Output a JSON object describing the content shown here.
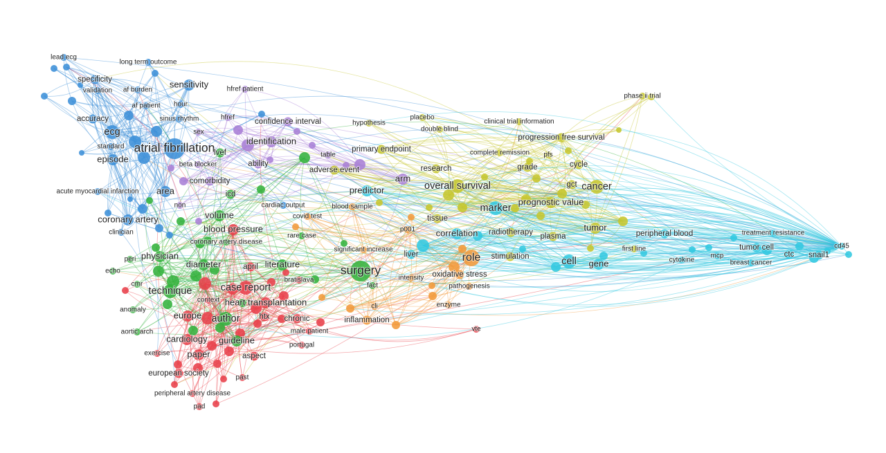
{
  "colors": {
    "red": "#e8404a",
    "green": "#33b23c",
    "blue": "#3c8fd8",
    "yellow": "#c6c62e",
    "purple": "#a97fd6",
    "cyan": "#32c8e0",
    "orange": "#f29a3a"
  },
  "nodes": [
    {
      "id": "lead_ecg",
      "label": "lead ecg",
      "c": "blue",
      "w": 1
    },
    {
      "id": "long_term_outcome",
      "label": "long term outcome",
      "c": "blue",
      "w": 1
    },
    {
      "id": "specificity",
      "label": "specificity",
      "c": "blue",
      "w": 2
    },
    {
      "id": "validation",
      "label": "validation",
      "c": "blue",
      "w": 1
    },
    {
      "id": "af_burden",
      "label": "af burden",
      "c": "blue",
      "w": 1
    },
    {
      "id": "sensitivity",
      "label": "sensitivity",
      "c": "blue",
      "w": 3
    },
    {
      "id": "af_patient",
      "label": "af patient",
      "c": "blue",
      "w": 1
    },
    {
      "id": "hour",
      "label": "hour",
      "c": "blue",
      "w": 1
    },
    {
      "id": "accuracy",
      "label": "accuracy",
      "c": "blue",
      "w": 2
    },
    {
      "id": "sinus_rhythm",
      "label": "sinus rhythm",
      "c": "blue",
      "w": 1
    },
    {
      "id": "ecg",
      "label": "ecg",
      "c": "blue",
      "w": 4
    },
    {
      "id": "standard",
      "label": "standard",
      "c": "blue",
      "w": 1
    },
    {
      "id": "atrial_fibrillation",
      "label": "atrial fibrillation",
      "c": "blue",
      "w": 6
    },
    {
      "id": "episode",
      "label": "episode",
      "c": "blue",
      "w": 3
    },
    {
      "id": "acute_mi",
      "label": "acute myocardial infarction",
      "c": "blue",
      "w": 1
    },
    {
      "id": "area",
      "label": "area",
      "c": "blue",
      "w": 3
    },
    {
      "id": "coronary_artery",
      "label": "coronary artery",
      "c": "blue",
      "w": 3
    },
    {
      "id": "clinician",
      "label": "clinician",
      "c": "blue",
      "w": 1
    },
    {
      "id": "hfref_patient",
      "label": "hfref patient",
      "c": "purple",
      "w": 1
    },
    {
      "id": "hfref",
      "label": "hfref",
      "c": "purple",
      "w": 1
    },
    {
      "id": "sex",
      "label": "sex",
      "c": "purple",
      "w": 1
    },
    {
      "id": "confidence_interval",
      "label": "confidence interval",
      "c": "purple",
      "w": 2
    },
    {
      "id": "identification",
      "label": "identification",
      "c": "purple",
      "w": 3
    },
    {
      "id": "beta_blocker",
      "label": "beta blocker",
      "c": "purple",
      "w": 1
    },
    {
      "id": "ability",
      "label": "ability",
      "c": "purple",
      "w": 2
    },
    {
      "id": "comorbidity",
      "label": "comorbidity",
      "c": "purple",
      "w": 2
    },
    {
      "id": "table",
      "label": "table",
      "c": "purple",
      "w": 1
    },
    {
      "id": "non",
      "label": "non",
      "c": "purple",
      "w": 1
    },
    {
      "id": "lvef",
      "label": "lvef",
      "c": "green",
      "w": 2
    },
    {
      "id": "icd",
      "label": "icd",
      "c": "green",
      "w": 2
    },
    {
      "id": "cardiac_output",
      "label": "cardiac output",
      "c": "blue",
      "w": 1
    },
    {
      "id": "volume",
      "label": "volume",
      "c": "green",
      "w": 3
    },
    {
      "id": "blood_pressure",
      "label": "blood pressure",
      "c": "red",
      "w": 3
    },
    {
      "id": "coronary_artery_disease",
      "label": "coronary artery disease",
      "c": "green",
      "w": 1
    },
    {
      "id": "covid_test",
      "label": "covid test",
      "c": "orange",
      "w": 1
    },
    {
      "id": "rare_case",
      "label": "rare case",
      "c": "green",
      "w": 1
    },
    {
      "id": "physician",
      "label": "physician",
      "c": "green",
      "w": 3
    },
    {
      "id": "peri",
      "label": "peri",
      "c": "green",
      "w": 1
    },
    {
      "id": "diameter",
      "label": "diameter",
      "c": "green",
      "w": 3
    },
    {
      "id": "april",
      "label": "april",
      "c": "red",
      "w": 2
    },
    {
      "id": "literature",
      "label": "literature",
      "c": "green",
      "w": 3
    },
    {
      "id": "echo",
      "label": "echo",
      "c": "green",
      "w": 1
    },
    {
      "id": "cmr",
      "label": "cmr",
      "c": "green",
      "w": 1
    },
    {
      "id": "technique",
      "label": "technique",
      "c": "green",
      "w": 4
    },
    {
      "id": "case_report",
      "label": "case report",
      "c": "red",
      "w": 4
    },
    {
      "id": "bratislava",
      "label": "bratislava",
      "c": "red",
      "w": 1
    },
    {
      "id": "context",
      "label": "context",
      "c": "red",
      "w": 1
    },
    {
      "id": "heart_transplantation",
      "label": "heart transplantation",
      "c": "red",
      "w": 3
    },
    {
      "id": "anomaly",
      "label": "anomaly",
      "c": "green",
      "w": 1
    },
    {
      "id": "europe",
      "label": "europe",
      "c": "red",
      "w": 3
    },
    {
      "id": "author",
      "label": "author",
      "c": "green",
      "w": 4
    },
    {
      "id": "htx",
      "label": "htx",
      "c": "red",
      "w": 2
    },
    {
      "id": "chronic",
      "label": "chronic",
      "c": "red",
      "w": 2
    },
    {
      "id": "aortic_arch",
      "label": "aortic arch",
      "c": "green",
      "w": 1
    },
    {
      "id": "male_patient",
      "label": "male patient",
      "c": "red",
      "w": 1
    },
    {
      "id": "cardiology",
      "label": "cardiology",
      "c": "red",
      "w": 3
    },
    {
      "id": "guideline",
      "label": "guideline",
      "c": "green",
      "w": 3
    },
    {
      "id": "portugal",
      "label": "portugal",
      "c": "red",
      "w": 1
    },
    {
      "id": "exercise",
      "label": "exercise",
      "c": "red",
      "w": 1
    },
    {
      "id": "paper",
      "label": "paper",
      "c": "red",
      "w": 3
    },
    {
      "id": "aspect",
      "label": "aspect",
      "c": "red",
      "w": 2
    },
    {
      "id": "european_society",
      "label": "european society",
      "c": "red",
      "w": 2
    },
    {
      "id": "past",
      "label": "past",
      "c": "red",
      "w": 1
    },
    {
      "id": "peripheral_artery_disease",
      "label": "peripheral artery disease",
      "c": "red",
      "w": 1
    },
    {
      "id": "pad",
      "label": "pad",
      "c": "red",
      "w": 1
    },
    {
      "id": "hypothesis",
      "label": "hypothesis",
      "c": "yellow",
      "w": 1
    },
    {
      "id": "placebo",
      "label": "placebo",
      "c": "yellow",
      "w": 1
    },
    {
      "id": "double_blind",
      "label": "double blind",
      "c": "yellow",
      "w": 1
    },
    {
      "id": "clinical_trial_information",
      "label": "clinical trial information",
      "c": "yellow",
      "w": 1
    },
    {
      "id": "phase_ii_trial",
      "label": "phase ii trial",
      "c": "yellow",
      "w": 1
    },
    {
      "id": "progression_free_survival",
      "label": "progression free survival",
      "c": "yellow",
      "w": 2
    },
    {
      "id": "primary_endpoint",
      "label": "primary endpoint",
      "c": "yellow",
      "w": 2
    },
    {
      "id": "complete_remission",
      "label": "complete remission",
      "c": "yellow",
      "w": 1
    },
    {
      "id": "pfs",
      "label": "pfs",
      "c": "yellow",
      "w": 1
    },
    {
      "id": "adverse_event",
      "label": "adverse event",
      "c": "yellow",
      "w": 2
    },
    {
      "id": "research",
      "label": "research",
      "c": "yellow",
      "w": 2
    },
    {
      "id": "grade",
      "label": "grade",
      "c": "yellow",
      "w": 2
    },
    {
      "id": "cycle",
      "label": "cycle",
      "c": "yellow",
      "w": 2
    },
    {
      "id": "predictor",
      "label": "predictor",
      "c": "cyan",
      "w": 3
    },
    {
      "id": "arm",
      "label": "arm",
      "c": "purple",
      "w": 3
    },
    {
      "id": "overall_survival",
      "label": "overall survival",
      "c": "yellow",
      "w": 4
    },
    {
      "id": "gct",
      "label": "gct",
      "c": "yellow",
      "w": 2
    },
    {
      "id": "cancer",
      "label": "cancer",
      "c": "yellow",
      "w": 4
    },
    {
      "id": "blood_sample",
      "label": "blood sample",
      "c": "orange",
      "w": 1
    },
    {
      "id": "marker",
      "label": "marker",
      "c": "cyan",
      "w": 4
    },
    {
      "id": "prognostic_value",
      "label": "prognostic value",
      "c": "yellow",
      "w": 3
    },
    {
      "id": "tissue",
      "label": "tissue",
      "c": "yellow",
      "w": 2
    },
    {
      "id": "p001",
      "label": "p001",
      "c": "orange",
      "w": 1
    },
    {
      "id": "correlation",
      "label": "correlation",
      "c": "cyan",
      "w": 3
    },
    {
      "id": "radiotherapy",
      "label": "radiotherapy",
      "c": "yellow",
      "w": 2
    },
    {
      "id": "tumor",
      "label": "tumor",
      "c": "yellow",
      "w": 3
    },
    {
      "id": "plasma",
      "label": "plasma",
      "c": "yellow",
      "w": 2
    },
    {
      "id": "peripheral_blood",
      "label": "peripheral blood",
      "c": "cyan",
      "w": 2
    },
    {
      "id": "treatment_resistance",
      "label": "treatment resistance",
      "c": "cyan",
      "w": 1
    },
    {
      "id": "significant_increase",
      "label": "significant increase",
      "c": "orange",
      "w": 1
    },
    {
      "id": "liver",
      "label": "liver",
      "c": "cyan",
      "w": 2
    },
    {
      "id": "role",
      "label": "role",
      "c": "orange",
      "w": 5
    },
    {
      "id": "stimulation",
      "label": "stimulation",
      "c": "yellow",
      "w": 2
    },
    {
      "id": "cell",
      "label": "cell",
      "c": "cyan",
      "w": 4
    },
    {
      "id": "gene",
      "label": "gene",
      "c": "cyan",
      "w": 3
    },
    {
      "id": "first_line",
      "label": "first line",
      "c": "yellow",
      "w": 1
    },
    {
      "id": "cytokine",
      "label": "cytokine",
      "c": "cyan",
      "w": 1
    },
    {
      "id": "mcp",
      "label": "mcp",
      "c": "cyan",
      "w": 1
    },
    {
      "id": "tumor_cell",
      "label": "tumor cell",
      "c": "cyan",
      "w": 2
    },
    {
      "id": "ctc",
      "label": "ctc",
      "c": "cyan",
      "w": 2
    },
    {
      "id": "snail1",
      "label": "snail1",
      "c": "cyan",
      "w": 2
    },
    {
      "id": "cd45",
      "label": "cd45",
      "c": "cyan",
      "w": 1
    },
    {
      "id": "breast_cancer",
      "label": "breast cancer",
      "c": "cyan",
      "w": 1
    },
    {
      "id": "surgery",
      "label": "surgery",
      "c": "green",
      "w": 6
    },
    {
      "id": "intensity",
      "label": "intensity",
      "c": "orange",
      "w": 1
    },
    {
      "id": "oxidative_stress",
      "label": "oxidative stress",
      "c": "orange",
      "w": 2
    },
    {
      "id": "fact",
      "label": "fact",
      "c": "green",
      "w": 1
    },
    {
      "id": "pathogenesis",
      "label": "pathogenesis",
      "c": "orange",
      "w": 1
    },
    {
      "id": "enzyme",
      "label": "enzyme",
      "c": "orange",
      "w": 1
    },
    {
      "id": "cli",
      "label": "cli",
      "c": "orange",
      "w": 1
    },
    {
      "id": "inflammation",
      "label": "inflammation",
      "c": "orange",
      "w": 2
    },
    {
      "id": "vte",
      "label": "vte",
      "c": "red",
      "w": 1
    }
  ]
}
